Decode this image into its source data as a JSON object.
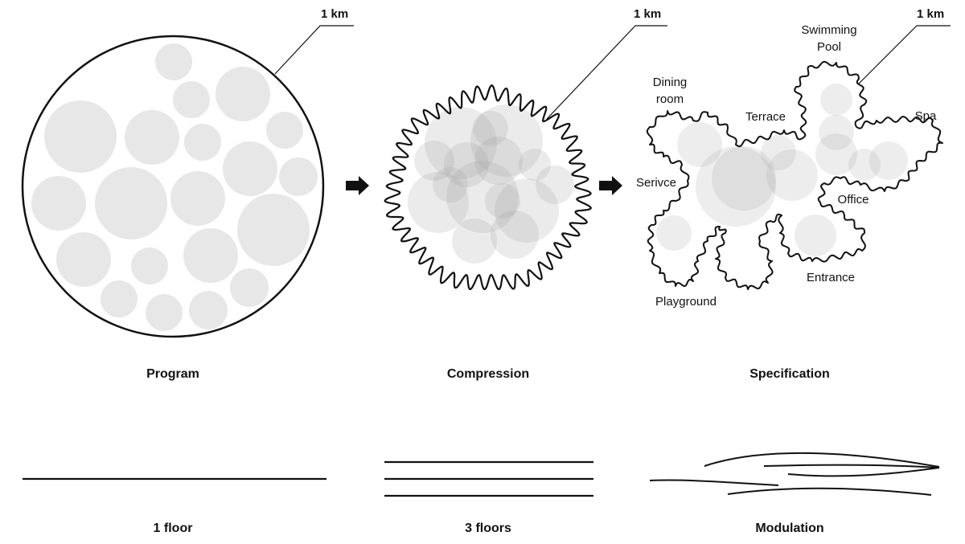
{
  "stages": [
    {
      "caption": "Program",
      "scale_label": "1 km",
      "floors_caption": "1 floor"
    },
    {
      "caption": "Compression",
      "scale_label": "1 km",
      "floors_caption": "3 floors"
    },
    {
      "caption": "Specification",
      "scale_label": "1 km",
      "floors_caption": "Modulation"
    }
  ],
  "rooms": {
    "swimming_pool": "Swimming\nPool",
    "dining_room": "Dining\nroom",
    "terrace": "Terrace",
    "spa": "Spa",
    "service": "Serivce",
    "office": "Office",
    "entrance": "Entrance",
    "playground": "Playground"
  },
  "colors": {
    "stroke": "#111111",
    "bubble": "#e7e7e7"
  }
}
